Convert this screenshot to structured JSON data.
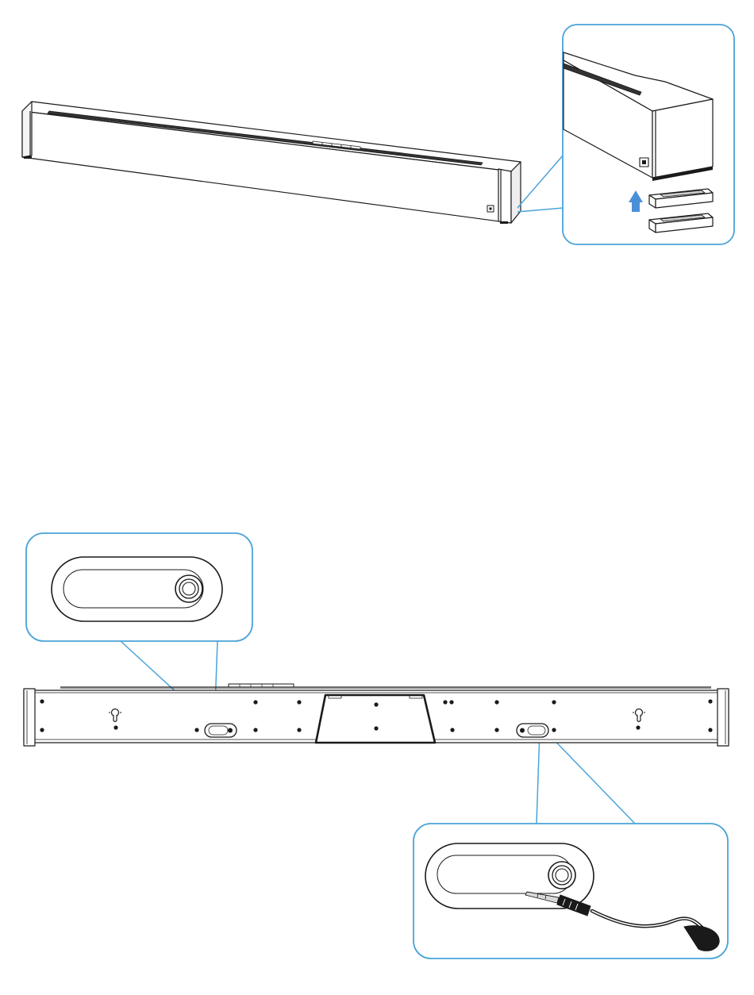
{
  "colors": {
    "line": "#1a1a1a",
    "callout": "#4aa3d8",
    "arrow": "#4a90d9",
    "background": "#ffffff"
  },
  "figure_top": {
    "soundbar": "soundbar-front-view",
    "callout": "detachable-feet-detail",
    "arrow": "arrow-up-icon"
  },
  "figure_bottom": {
    "soundbar": "soundbar-rear-view",
    "callout_left": "cable-slot-detail",
    "callout_right": "cable-slot-with-audio-plug-detail"
  }
}
